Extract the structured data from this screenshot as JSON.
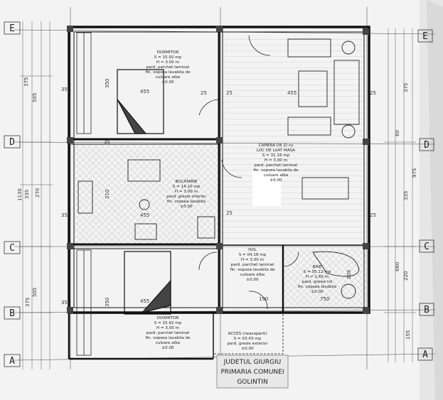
{
  "axes": {
    "rows": [
      "E",
      "D",
      "C",
      "B",
      "A"
    ],
    "columns": [
      "E",
      "D",
      "C",
      "B",
      "A"
    ]
  },
  "rooms": {
    "dormitor_top": {
      "name": "DORMITOR",
      "lines": [
        "S = 15.92 mp",
        "H = 3.00 m",
        "pard. parchet laminat",
        "fin. vopsea lavabila de",
        "culoare alba",
        "±0.00"
      ]
    },
    "camera": {
      "name": "CAMERA DE ZI cu",
      "lines": [
        "LOC DE LUAT MASA",
        "S = 31.16 mp",
        "H = 3.00 m",
        "pard. parchet laminat",
        "fin. vopsea lavabila de",
        "culoare alba",
        "±0.00"
      ]
    },
    "bucatarie": {
      "name": "BUCATARIE",
      "lines": [
        "S = 14.10 mp",
        "H = 3.00 m",
        "pard. gresie interior",
        "fin. vopsea lavabila",
        "±0.00"
      ]
    },
    "hol": {
      "name": "HOL",
      "lines": [
        "S = 04.18 mp",
        "H = 3.00 m",
        "pard. parchet laminat",
        "fin. vopsea lavabila de",
        "culoare alba",
        "±0.00"
      ]
    },
    "baie": {
      "name": "BAIE",
      "lines": [
        "S = 05.12 mp",
        "H = 2.60 m",
        "pard. gresie int",
        "fin. vopsea lavabila",
        "±0.00"
      ]
    },
    "dormitor_bottom": {
      "name": "DORMITOR",
      "lines": [
        "S = 15.92 mp",
        "H = 3.00 m",
        "pard. parchet laminat",
        "fin. vopsea lavabila de",
        "culoare alba",
        "±0.00"
      ]
    },
    "acces": {
      "name": "ACCES (neacoperit)",
      "lines": [
        "S = 03.43 mp",
        "pard. gresie exterior",
        "±0.00"
      ]
    }
  },
  "dimensions": {
    "d455_top_left": "455",
    "d455_top_right": "455",
    "d455_mid": "455",
    "d455_bottom": "455",
    "d350_top": "350",
    "d350_bottom": "350",
    "d310": "310",
    "d25_a": "25",
    "d25_b": "25",
    "d25_c": "25",
    "d25_d": "25",
    "d25_e": "25",
    "d35_a": "35",
    "d35_b": "35",
    "d35_c": "35",
    "d35_d": "35",
    "d205": "205",
    "d190": "190",
    "d750": "750",
    "left_375_top": "375",
    "left_505_top": "505",
    "left_1130": "1130",
    "left_335": "335",
    "left_270": "270",
    "left_505_bottom": "505",
    "left_375_bottom": "375",
    "right_375_top": "375",
    "right_975": "975",
    "right_335": "335",
    "right_660": "660",
    "right_220": "220",
    "right_155": "155",
    "right_60": "60"
  },
  "stamp": {
    "line1": "JUDETUL GIURGIU",
    "line2": "PRIMARIA COMUNEI",
    "line3": "GOLINTIN"
  }
}
